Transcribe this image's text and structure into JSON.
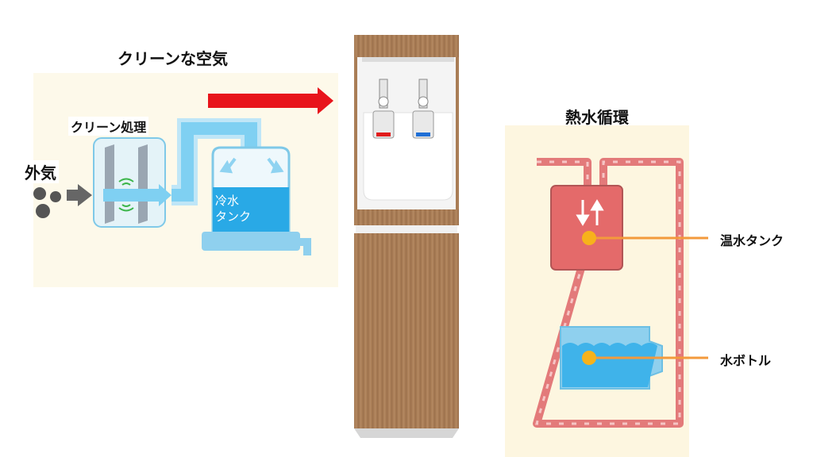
{
  "left_diagram": {
    "title": "クリーンな空気",
    "clean_process_label": "クリーン処理",
    "outside_air_label": "外気",
    "cold_tank_label_line1": "冷水",
    "cold_tank_label_line2": "タンク"
  },
  "right_diagram": {
    "title": "熱水循環",
    "hot_tank_label": "温水タンク",
    "water_bottle_label": "水ボトル"
  },
  "colors": {
    "flow_blue": "#7fd0f2",
    "tank_blue": "#29a9e6",
    "arrow_red": "#e8141b",
    "hot_red": "#e46a6a",
    "pipe_red": "#e37a7a",
    "marker_orange": "#f7b21b",
    "leader_orange": "#f39a3c",
    "wood": "#a77a52"
  }
}
